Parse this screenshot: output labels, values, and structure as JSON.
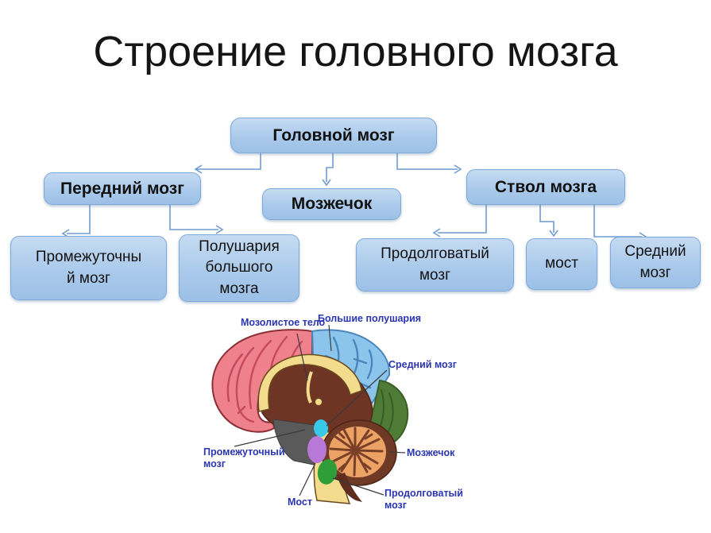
{
  "title": "Строение головного мозга",
  "flowchart": {
    "nodes": [
      {
        "id": "brain",
        "label": "Головной мозг"
      },
      {
        "id": "forebrain",
        "label": "Передний мозг"
      },
      {
        "id": "cerebellum",
        "label": "Мозжечок"
      },
      {
        "id": "brainstem",
        "label": "Ствол мозга"
      },
      {
        "id": "diencephalon",
        "label": "Промежуточны\nй мозг"
      },
      {
        "id": "hemispheres",
        "label": "Полушария\nбольшого\nмозга"
      },
      {
        "id": "medulla",
        "label": "Продолговатый\nмозг"
      },
      {
        "id": "pons",
        "label": "мост"
      },
      {
        "id": "midbrain",
        "label": "Средний\nмозг"
      }
    ]
  },
  "brain_figure": {
    "labels": {
      "corpus_callosum": "Мозолистое тело",
      "hemispheres": "Большие полушария",
      "midbrain": "Средний мозг",
      "diencephalon": "Промежуточный\nмозг",
      "cerebellum": "Мозжечок",
      "medulla": "Продолговатый\nмозг",
      "pons": "Мост"
    }
  },
  "colors": {
    "box_fill_top": "#c6dbf2",
    "box_fill_mid": "#aacaeb",
    "box_fill_bottom": "#9cc0e6",
    "box_border": "#7ea9d8",
    "connector": "#6f9bd1",
    "label_blue": "#2a35b0",
    "pink": "#ef818c",
    "pink_line": "#c54a5e",
    "blue": "#8cc5ec",
    "blue_line": "#4a86ba",
    "green": "#4e7c37",
    "maroon": "#6e3424",
    "yellow": "#f3dc8e",
    "gray": "#5a5a5a",
    "cyan": "#38c8e8",
    "purple": "#b878d8",
    "bright_green": "#2f9e38",
    "cereb_outer": "#6e3a26",
    "cereb_orange": "#eda265"
  }
}
